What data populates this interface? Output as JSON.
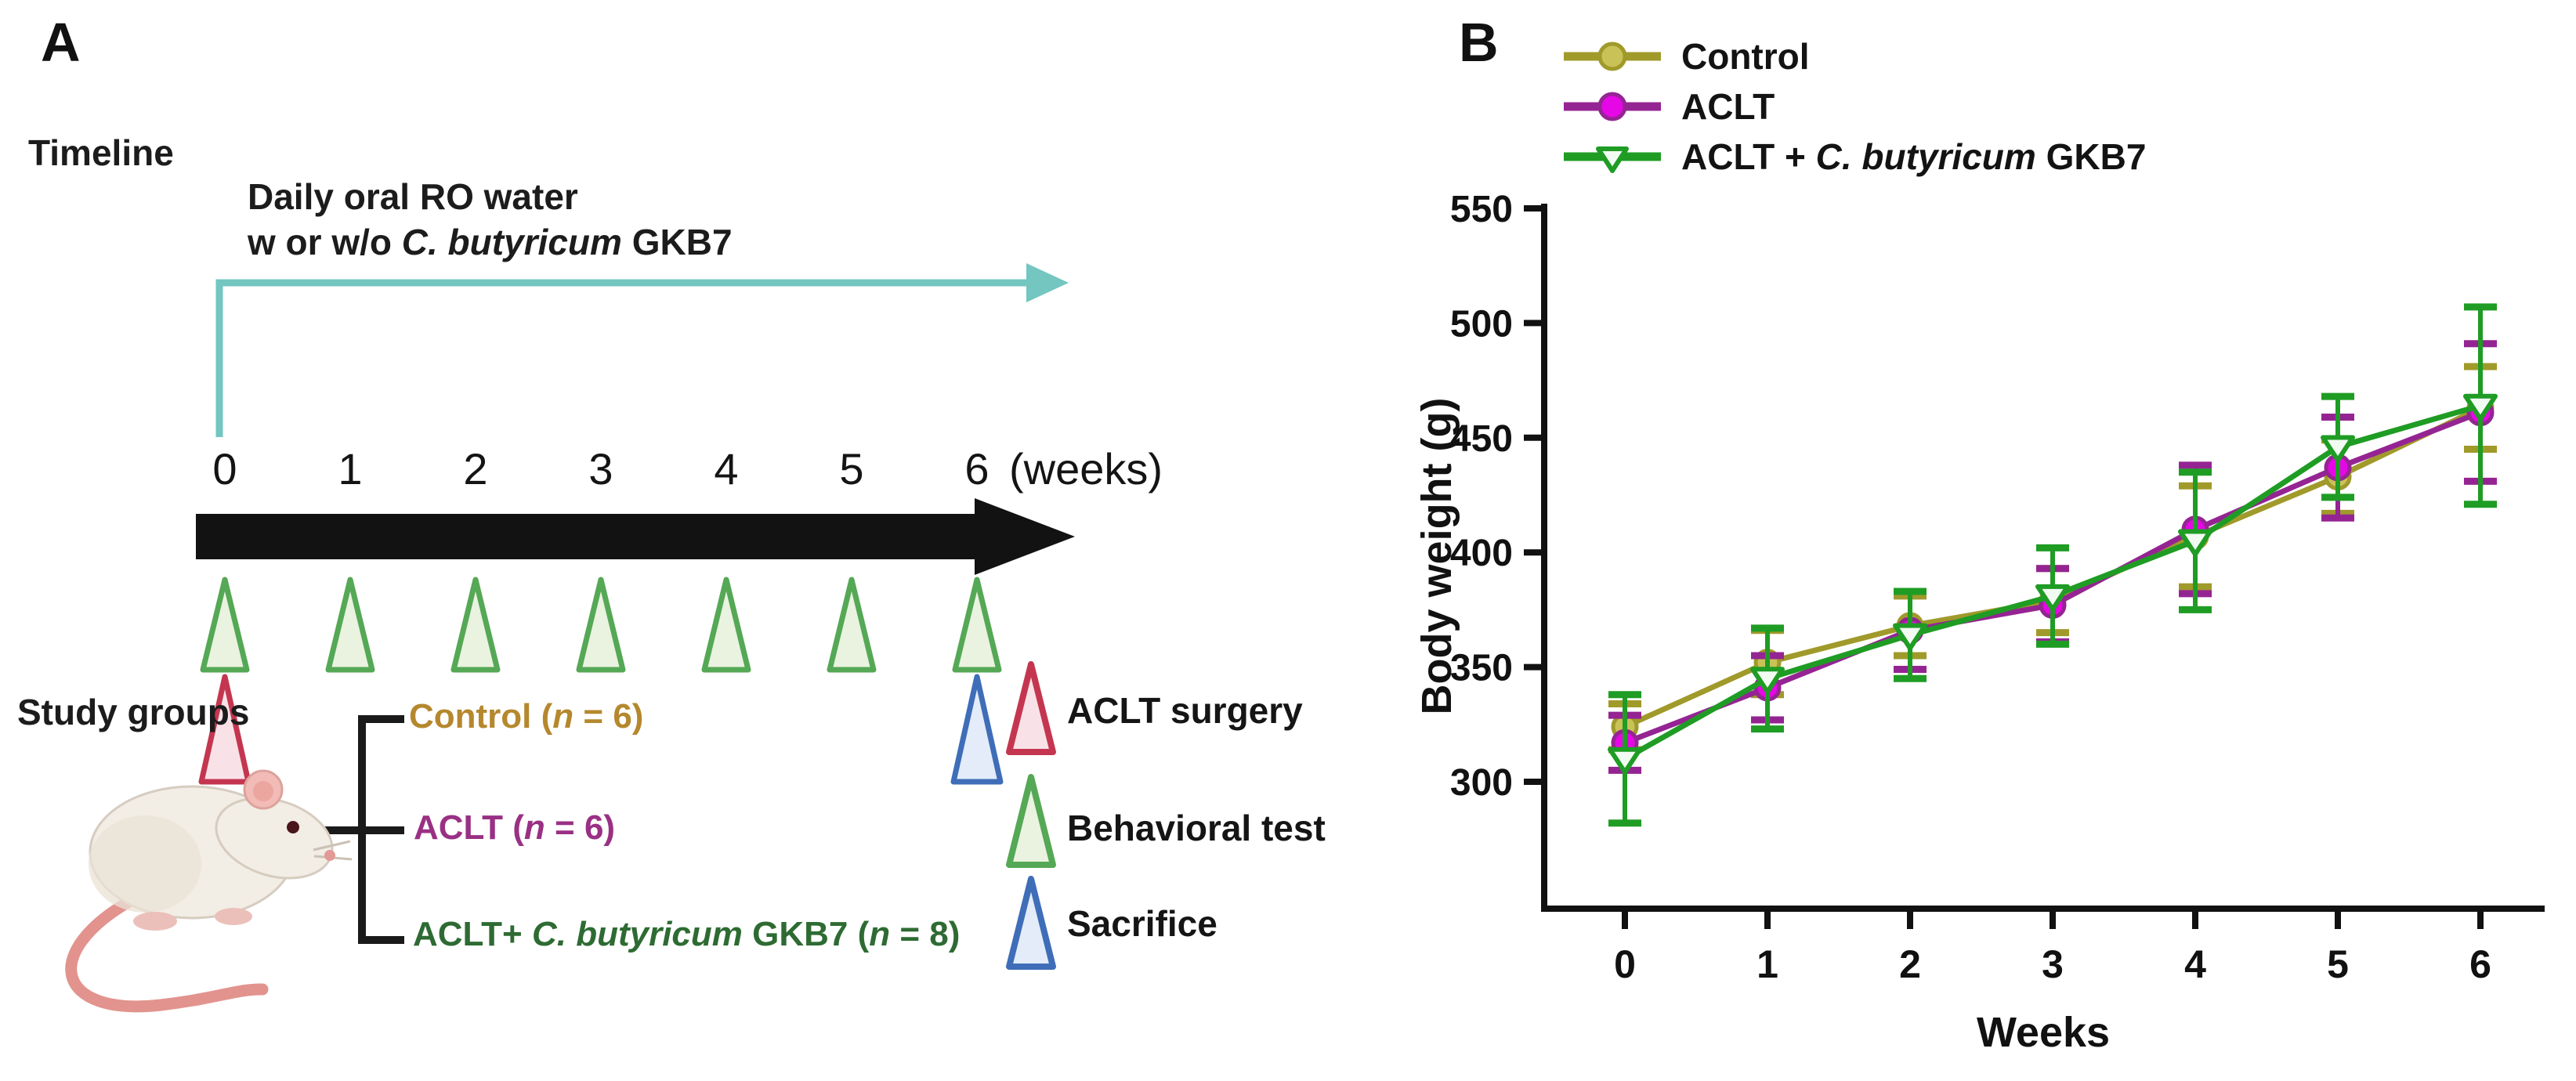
{
  "panel_a": {
    "label": "A",
    "timeline_title": "Timeline",
    "treatment": {
      "line1": "Daily oral RO water",
      "line2_pre": "w or w/o ",
      "line2_italic": "C. butyricum",
      "line2_post": " GKB7"
    },
    "timeline_weeks": [
      "0",
      "1",
      "2",
      "3",
      "4",
      "5",
      "6"
    ],
    "weeks_suffix": "(weeks)",
    "events": {
      "behavioral_weeks": [
        0,
        1,
        2,
        3,
        4,
        5,
        6
      ],
      "surgery_week": 0,
      "sacrifice_week": 6
    },
    "study_groups_title": "Study groups",
    "groups": [
      {
        "pre": "Control (",
        "italic": "n",
        "mid": "",
        "italic2": "",
        "post": " = 6)",
        "color": "#b5882e"
      },
      {
        "pre": "ACLT (",
        "italic": "n",
        "mid": "",
        "italic2": "",
        "post": " = 6)",
        "color": "#993084"
      },
      {
        "pre": "ACLT+ ",
        "italic": "C. butyricum",
        "mid": " GKB7 (",
        "italic2": "n",
        "post": " = 8)",
        "color": "#2e6b33"
      }
    ],
    "event_legend": [
      {
        "label": "ACLT surgery",
        "stroke": "#c43650",
        "fill": "#f9e2e7"
      },
      {
        "label": "Behavioral test",
        "stroke": "#55a855",
        "fill": "#e9f3e0"
      },
      {
        "label": "Sacrifice",
        "stroke": "#3f6db8",
        "fill": "#e3ecf8"
      }
    ],
    "colors": {
      "teal_arrow": "#74c6c0",
      "black_arrow": "#121212",
      "bracket": "#1a1a1a"
    }
  },
  "panel_b": {
    "label": "B"
  },
  "chart_data": {
    "type": "line",
    "title": "",
    "x": [
      0,
      1,
      2,
      3,
      4,
      5,
      6
    ],
    "xlabel": "Weeks",
    "ylabel": "Body weight (g)",
    "ylim": [
      300,
      550
    ],
    "yticks": [
      300,
      350,
      400,
      450,
      500,
      550
    ],
    "grid": false,
    "legend_position": "top-left",
    "error_bars": true,
    "series": [
      {
        "name_pre": "Control",
        "name_italic": "",
        "name_post": "",
        "color": "#a09a2b",
        "marker": "circle",
        "marker_fill": "#c9c257",
        "values": [
          324,
          352,
          368,
          379,
          407,
          433,
          463
        ],
        "sd": [
          10,
          14,
          13,
          14,
          22,
          16,
          18
        ]
      },
      {
        "name_pre": "ACLT",
        "name_italic": "",
        "name_post": "",
        "color": "#952493",
        "marker": "circle",
        "marker_fill": "#e607e6",
        "values": [
          317,
          341,
          366,
          377,
          410,
          437,
          461
        ],
        "sd": [
          12,
          14,
          17,
          16,
          28,
          22,
          30
        ]
      },
      {
        "name_pre": "ACLT + ",
        "name_italic": "C. butyricum",
        "name_post": " GKB7",
        "color": "#1f9c24",
        "marker": "triangle-down",
        "marker_fill": "#f2fbf2",
        "values": [
          310,
          345,
          364,
          381,
          405,
          446,
          464
        ],
        "sd": [
          28,
          22,
          19,
          21,
          30,
          22,
          43
        ]
      }
    ]
  }
}
